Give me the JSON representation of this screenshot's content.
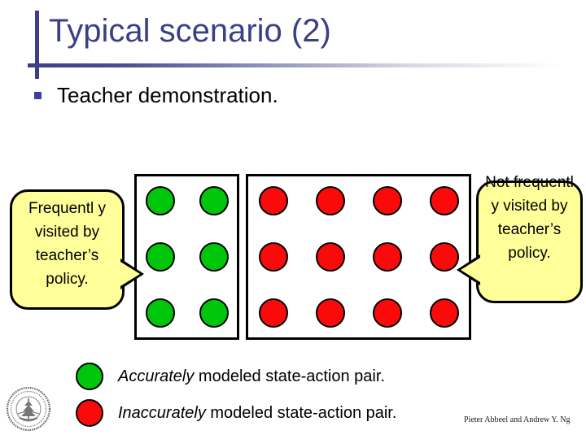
{
  "slide": {
    "title": "Typical scenario (2)",
    "bullets": [
      {
        "marker": "square-bullet",
        "text": "Teacher demonstration."
      }
    ]
  },
  "diagram": {
    "accurate_box": {
      "name": "accurately-modeled-region",
      "columns": 2,
      "rows": 3,
      "dot_count": 6,
      "dot_color": "#00c60b"
    },
    "inaccurate_box": {
      "name": "inaccurately-modeled-region",
      "columns": 4,
      "rows": 3,
      "dot_count": 12,
      "dot_color": "#fa0a0a"
    }
  },
  "callouts": {
    "left": {
      "text": "Frequentl y visited by teacher’s policy.",
      "lines": [
        "Frequentl",
        "y visited",
        "by",
        "teacher’s",
        "policy."
      ],
      "fill": "#ffff99",
      "pointer": "right"
    },
    "right": {
      "text": "Not frequentl y visited by teacher’s policy.",
      "lines": [
        "Not",
        "frequentl",
        "y visited",
        "by",
        "teacher’s",
        "policy."
      ],
      "fill": "#ffff99",
      "pointer": "left"
    }
  },
  "legend": {
    "items": [
      {
        "swatch": "#00c60b",
        "emphasis": "Accurately",
        "rest": " modeled state-action pair."
      },
      {
        "swatch": "#fa0a0a",
        "emphasis": "Inaccurately",
        "rest": " modeled state-action pair."
      }
    ]
  },
  "footer": {
    "credit": "Pieter Abbeel and Andrew Y. Ng"
  },
  "colors": {
    "title_blue": "#3b3f86",
    "bullet_blue": "#3b3fa0",
    "callout_yellow": "#ffff99",
    "green": "#00c60b",
    "red": "#fa0a0a"
  }
}
